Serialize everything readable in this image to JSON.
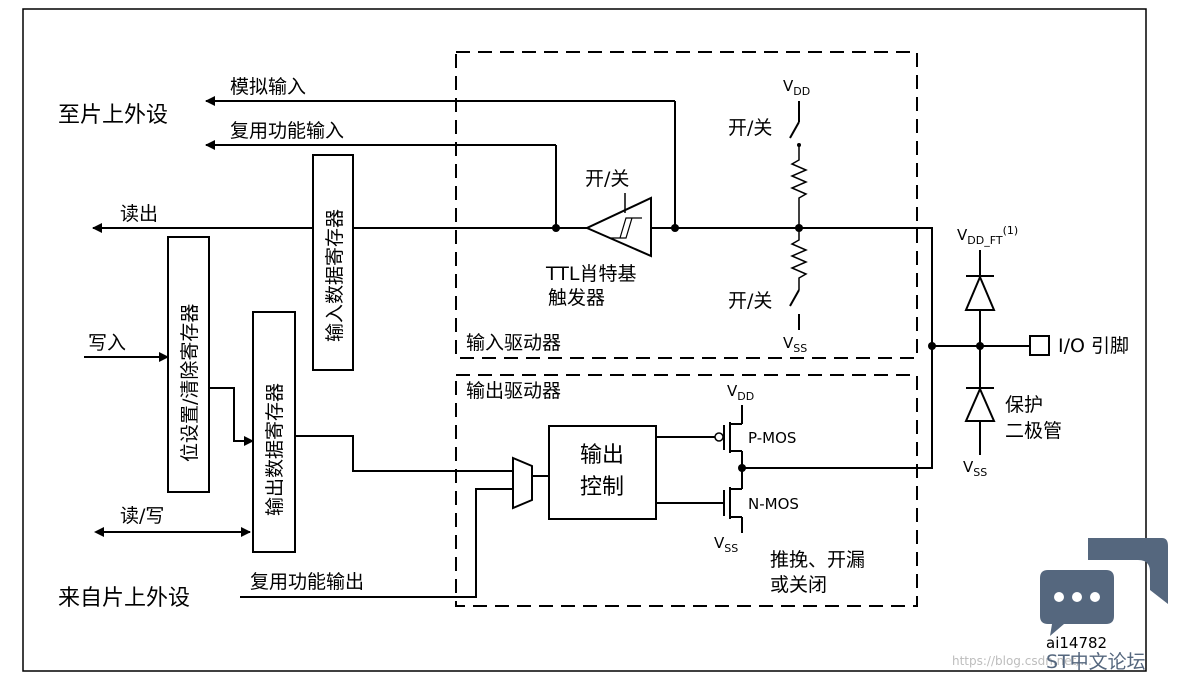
{
  "labels": {
    "to_peripheral": "至片上外设",
    "from_peripheral": "来自片上外设",
    "analog_input": "模拟输入",
    "alt_func_input": "复用功能输入",
    "read": "读出",
    "write": "写入",
    "read_write": "读/写",
    "alt_func_output": "复用功能输出",
    "input_data_register": "输入数据寄存器",
    "bit_set_reset_register": "位设置/清除寄存器",
    "output_data_register": "输出数据寄存器",
    "ttl_schmitt_line1": "TTL肖特基",
    "ttl_schmitt_line2": "触发器",
    "switch_on_off_schmitt": "开/关",
    "switch_on_off_top": "开/关",
    "switch_on_off_bottom": "开/关",
    "input_driver": "输入驱动器",
    "output_driver": "输出驱动器",
    "output_control_line1": "输出",
    "output_control_line2": "控制",
    "pmos": "P-MOS",
    "nmos": "N-MOS",
    "push_pull_line1": "推挽、开漏",
    "push_pull_line2": "或关闭",
    "io_pin": "I/O 引脚",
    "protection_line1": "保护",
    "protection_line2": "二极管",
    "figure_id": "ai14782"
  },
  "supplies": {
    "vdd_main": "V",
    "vdd_main_sub": "DD",
    "vss_main": "V",
    "vss_main_sub": "SS",
    "vdd_out": "V",
    "vdd_out_sub": "DD",
    "vss_out": "V",
    "vss_out_sub": "SS",
    "vdd_ft": "V",
    "vdd_ft_sub": "DD_FT",
    "vdd_ft_note": "(1)",
    "vss_diode": "V",
    "vss_diode_sub": "SS"
  },
  "watermark": {
    "forum_name": "ST中文论坛",
    "url_text": "https://blog.csdn.net/..."
  },
  "colors": {
    "logo": "#55677e",
    "line": "#000000"
  }
}
